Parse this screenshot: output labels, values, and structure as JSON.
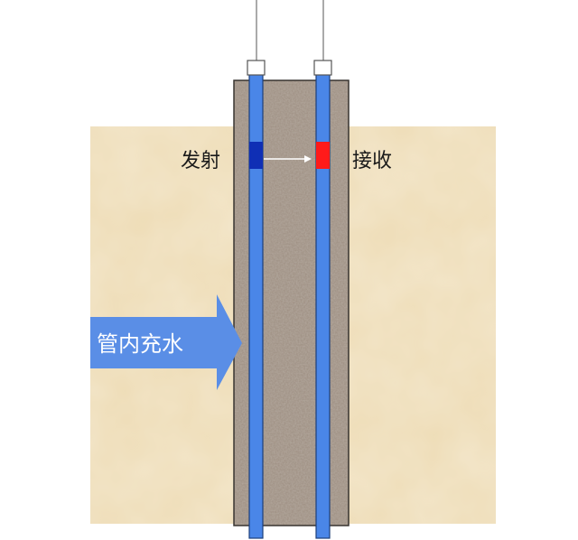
{
  "labels": {
    "transmit": "发射",
    "receive": "接收",
    "water_fill": "管内充水"
  },
  "colors": {
    "background": "#ffffff",
    "soil": "#eedcb6",
    "concrete": "#9c8d80",
    "tube": "#4a86e8",
    "tube_outline": "#1d3f7a",
    "transmitter": "#0f2fb5",
    "receiver": "#ff1a1a",
    "arrow_fill": "#5a8ee6",
    "signal_arrow": "#ffffff",
    "text_dark": "#1a1a1a",
    "text_light": "#ffffff"
  },
  "icons": {
    "transmitter": "transmitter-probe-icon",
    "receiver": "receiver-probe-icon",
    "signal": "signal-arrow-icon",
    "water": "water-fill-arrow-icon"
  }
}
